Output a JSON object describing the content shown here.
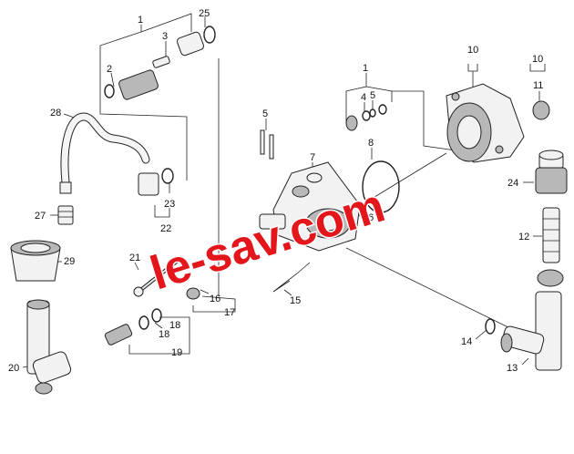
{
  "watermark": "le-sav.com",
  "callouts": [
    "1",
    "2",
    "3",
    "25",
    "28",
    "27",
    "29",
    "20",
    "5",
    "6",
    "7",
    "8",
    "26",
    "4",
    "1",
    "10",
    "10",
    "11",
    "24",
    "12",
    "14",
    "13",
    "21",
    "16",
    "17",
    "15",
    "18",
    "18",
    "19",
    "23",
    "22"
  ]
}
